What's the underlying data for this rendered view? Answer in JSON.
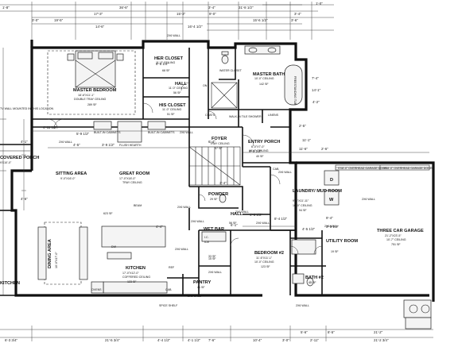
{
  "rooms": [
    {
      "name": "HER CLOSET",
      "ceiling": "11'-0\" CEILING",
      "area": "68 SF"
    },
    {
      "name": "MASTER BATH",
      "ceiling": "10'-0\" CEILING",
      "area": "142 SF"
    },
    {
      "name": "MASTER BEDROOM",
      "size": "18'-6\"X11'-1\"",
      "ceiling": "DOUBLE TRAY CEILING",
      "area": "289 SF"
    },
    {
      "name": "HALL",
      "ceiling": "11'-0\" CEILING",
      "area": "56 SF"
    },
    {
      "name": "HIS CLOSET",
      "ceiling": "11'-0\" CEILING",
      "area": "51 SF"
    },
    {
      "name": "WALK-IN TILE SHOWER"
    },
    {
      "name": "FREESTANDING TUB"
    },
    {
      "name": "WATER CLOSET"
    },
    {
      "name": "COATS"
    },
    {
      "name": "LINENS"
    },
    {
      "name": "FOYER",
      "ceiling": "TRAY CEILING",
      "area": "97 SF"
    },
    {
      "name": "ENTRY PORCH",
      "size": "6'-0\"X7'-0\"",
      "ceiling": "10'-0\" CEILING",
      "area": "40 SF"
    },
    {
      "name": "SITTING AREA",
      "size": "9'-0\"X16'-0\""
    },
    {
      "name": "GREAT ROOM",
      "size": "17'-0\"X18'-0\"",
      "ceiling": "TRAY CEILING"
    },
    {
      "name": "POWDER",
      "area": "29 SF"
    },
    {
      "name": "HALL",
      "area": "56 SF"
    },
    {
      "name": "LAUNDRY/ MUD ROOM",
      "size": "9'-4\"X11'-11\"",
      "ceiling": "10'-0\" CEILING",
      "area": "94 SF"
    },
    {
      "name": "THREE CAR GARAGE",
      "size": "21'-2\"X23'-5\"",
      "ceiling": "10'-7\" CEILING",
      "area": "751 SF"
    },
    {
      "name": "WET BAR"
    },
    {
      "name": "KITCHEN",
      "size": "17'-0\"X12'-0\"",
      "ceiling": "COFFERED CEILING",
      "area": "123 SF"
    },
    {
      "name": "DINING AREA",
      "size": "10'-0\"X17'-0\""
    },
    {
      "name": "BEDROOM #2",
      "size": "11'-6\"X11'-1\"",
      "ceiling": "10'-0\" CEILING",
      "area": "123 SF"
    },
    {
      "name": "UTILITY ROOM",
      "area": "19 SF"
    },
    {
      "name": "BATH #2",
      "area": "45 SF"
    },
    {
      "name": "PANTRY",
      "area": "41 SF"
    },
    {
      "name": "COVERED PORCH",
      "size": "9'X10'-0\""
    },
    {
      "name": "KITCHEN"
    }
  ],
  "notes": {
    "tv_wall": "TV WALL MOUNTED IN THIS LOCATION",
    "spice_shelf": "SPICE SHELF",
    "area_great": "623 SF",
    "area_15": "15 SF",
    "area_33": "33 SF",
    "floor_hearth": "FLUSH HEARTH",
    "builtin_cabinets": "BUILT-IN CABINETS",
    "builtin_cab2": "BUILT-IN CABINETS",
    "cab": "CAB.",
    "cab2": "CAB.",
    "ovens": "OVENS",
    "dw": "DW",
    "ref": "REF",
    "d": "D",
    "w": "W",
    "ic": "I.C.",
    "ice": "ICE",
    "on": "ON",
    "beam": "BEAM",
    "garage_door1": "9'X8'-0\" OVERHEAD GARAGE DOOR",
    "garage_door2": "9'X8'-0\" OVERHEAD GARAGE DOOR"
  },
  "wall_tags": [
    "2X6 WALL",
    "2X6 WALL",
    "2X6 WALL",
    "2X6 WALL",
    "2X6 WALL",
    "2X6 WALL",
    "2X6 WALL",
    "2X6 WALL",
    "2X6 WALL",
    "2X6 WALL",
    "2X6 WALL",
    "2X6 WALL",
    "2X6 WALL",
    "2X6 WALL"
  ],
  "dims_top": [
    "1'-8\"",
    "17'-3\"",
    "36'-6\"",
    "15'-3\"",
    "3'-4\"",
    "31'-8 1/2\"",
    "15'-6 1/2\"",
    "3'-4\"",
    "9'-0\"",
    "1'-0\"",
    "3'-0\"",
    "19'-5\"",
    "14'-6\"",
    "16'-4 1/2\"",
    "3'-6\""
  ],
  "dims_mid": [
    "4'-11 1/2\"",
    "6'-6 1/4\"",
    "4'-5\"",
    "3'-9 1/2\"",
    "5'-9 1/2\"",
    "9'-5 1/2\"",
    "6'-4\"",
    "3'-4\"",
    "9'-4\"",
    "11'-6\"",
    "2'-6\"",
    "4'-6 1/2\"",
    "8'-4 1/2\"",
    "6'-1\"",
    "4'-4\"",
    "3'-5 1/2\"",
    "4'-5 1/2\""
  ],
  "dims_bottom": [
    "6'-3 3/4\"",
    "21'-5 3/4\"",
    "4'-4 1/2\"",
    "4'-1 1/2\"",
    "7'-6\"",
    "10'-4\"",
    "5'-6\"",
    "3'-0\"",
    "2'-11\"",
    "8'-5\"",
    "21'-2\"",
    "21'-2 3/4\""
  ],
  "dims_left": [
    "4'-1\"",
    "4'-6\"",
    "2'-5\"",
    "14'-1\"",
    "7'-4\"",
    "4'-2\"",
    "11'-1\""
  ]
}
